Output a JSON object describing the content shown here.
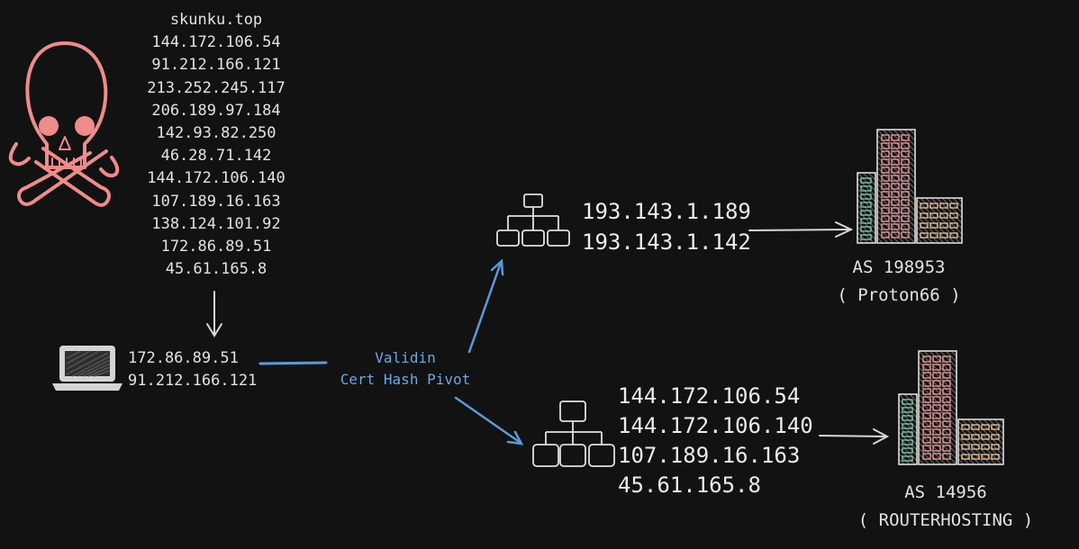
{
  "iocs": {
    "items": [
      "skunku.top",
      "144.172.106.54",
      "91.212.166.121",
      "213.252.245.117",
      "206.189.97.184",
      "142.93.82.250",
      "46.28.71.142",
      "144.172.106.140",
      "107.189.16.163",
      "138.124.101.92",
      "172.86.89.51",
      "45.61.165.8"
    ]
  },
  "laptop": {
    "ips": [
      "172.86.89.51",
      "91.212.166.121"
    ]
  },
  "pivot": {
    "line1": "Validin",
    "line2": "Cert Hash Pivot"
  },
  "network_a": {
    "ips": [
      "193.143.1.189",
      "193.143.1.142"
    ],
    "as_number": "AS 198953",
    "as_name": "( Proton66 )"
  },
  "network_b": {
    "ips": [
      "144.172.106.54",
      "144.172.106.140",
      "107.189.16.163",
      "45.61.165.8"
    ],
    "as_number": "AS 14956",
    "as_name": "( ROUTERHOSTING )"
  },
  "colors": {
    "skull": "#f08b8b",
    "pivot_arrow": "#5b9bd9",
    "text": "#e6e6e6",
    "background": "#121212"
  }
}
